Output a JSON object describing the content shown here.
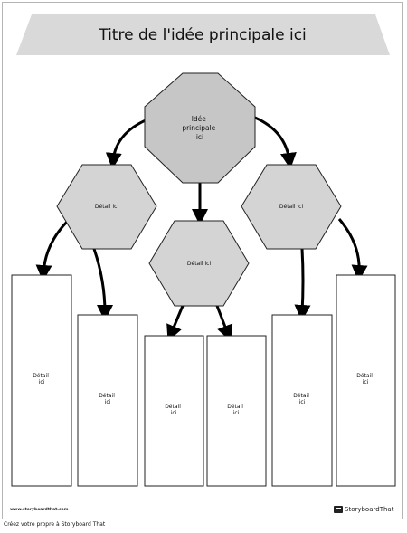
{
  "title": "Titre de l'idée principale ici",
  "main_idea": [
    "Idée",
    "principale",
    "ici"
  ],
  "detail_label": [
    "Détail",
    "ici"
  ],
  "hex_detail_label": "Détail ici",
  "footer": {
    "website": "www.storyboardthat.com",
    "brand": "StoryboardThat",
    "cta": "Créez votre propre à Storyboard That"
  },
  "colors": {
    "banner": "#d9d9d9",
    "main_shape": "#c6c6c6",
    "hexagon": "#d4d4d4",
    "outline": "#222222",
    "arrow": "#000000"
  }
}
